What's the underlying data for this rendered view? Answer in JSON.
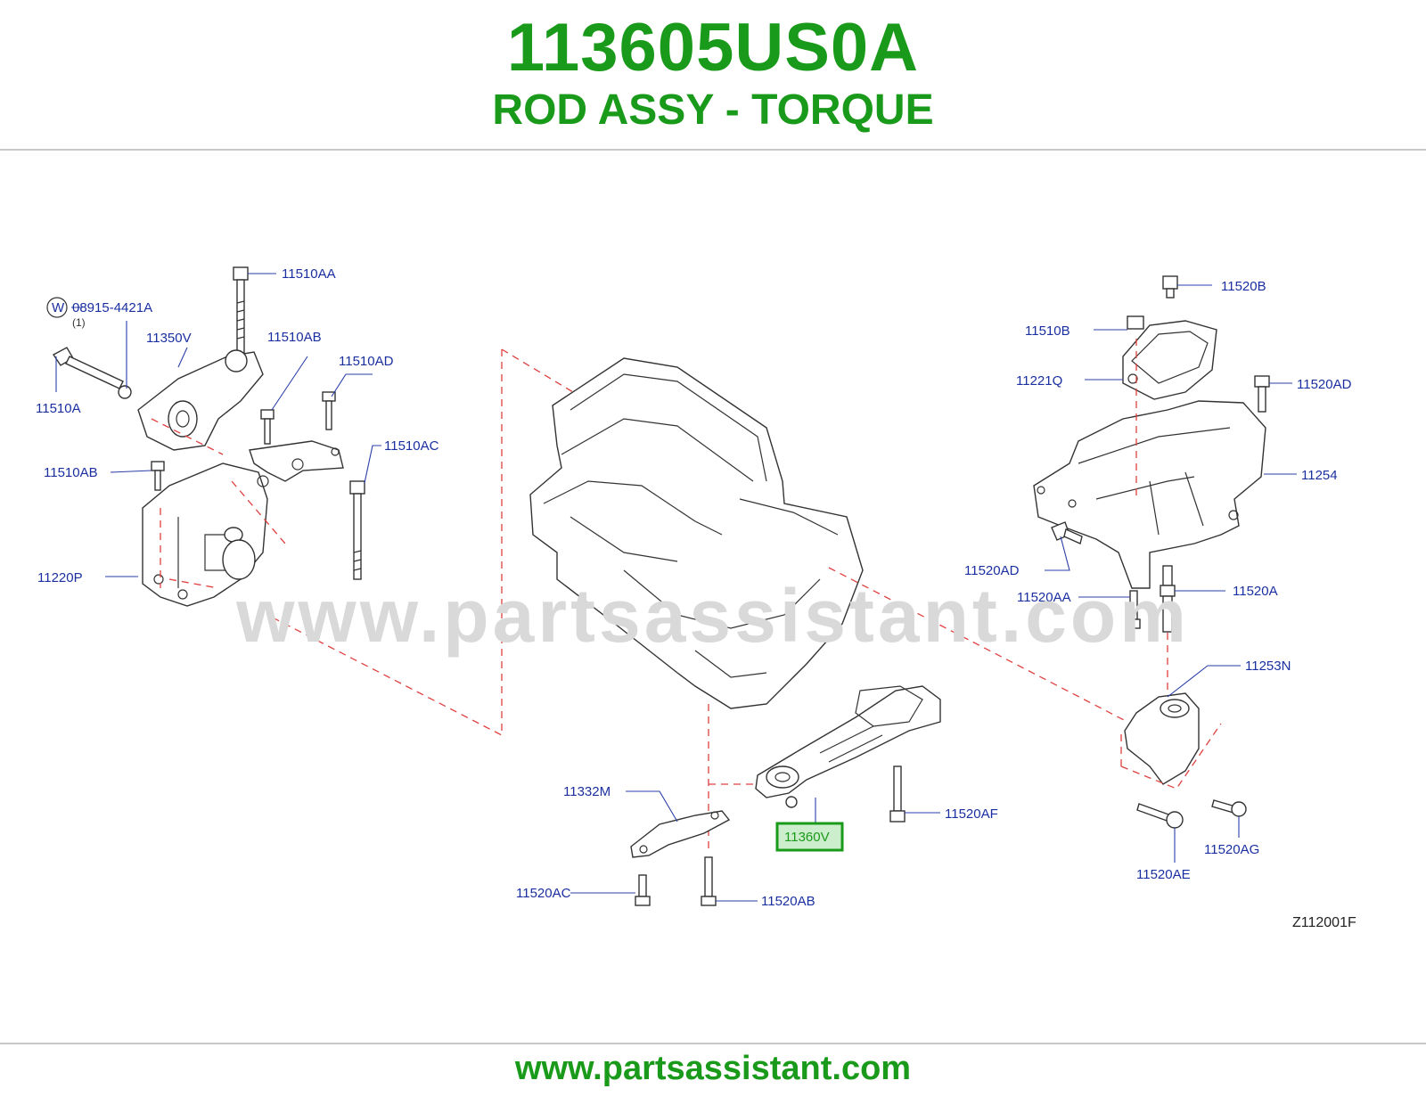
{
  "header": {
    "part_number": "113605US0A",
    "part_description": "ROD ASSY - TORQUE"
  },
  "footer": {
    "url": "www.partsassistant.com"
  },
  "watermark": "www.partsassistant.com",
  "diagram": {
    "code": "Z112001F",
    "washer_symbol": "W",
    "highlight_color": "#1a9a1a",
    "callouts": {
      "c_11510AA": "11510AA",
      "c_08915": "08915-4421A",
      "c_qty1": "(1)",
      "c_11350V": "11350V",
      "c_11510AB_top": "11510AB",
      "c_11510AD_left": "11510AD",
      "c_11510A": "11510A",
      "c_11510AC": "11510AC",
      "c_11510AB_left": "11510AB",
      "c_11220P": "11220P",
      "c_11520B": "11520B",
      "c_11510B": "11510B",
      "c_11221Q": "11221Q",
      "c_11520AD_right": "11520AD",
      "c_11254": "11254",
      "c_11520AD_mid": "11520AD",
      "c_11520AA": "11520AA",
      "c_11520A": "11520A",
      "c_11253N": "11253N",
      "c_11332M": "11332M",
      "c_11360V": "11360V",
      "c_11520AF": "11520AF",
      "c_11520AC": "11520AC",
      "c_11520AB_bottom": "11520AB",
      "c_11520AE": "11520AE",
      "c_11520AG": "11520AG"
    }
  }
}
